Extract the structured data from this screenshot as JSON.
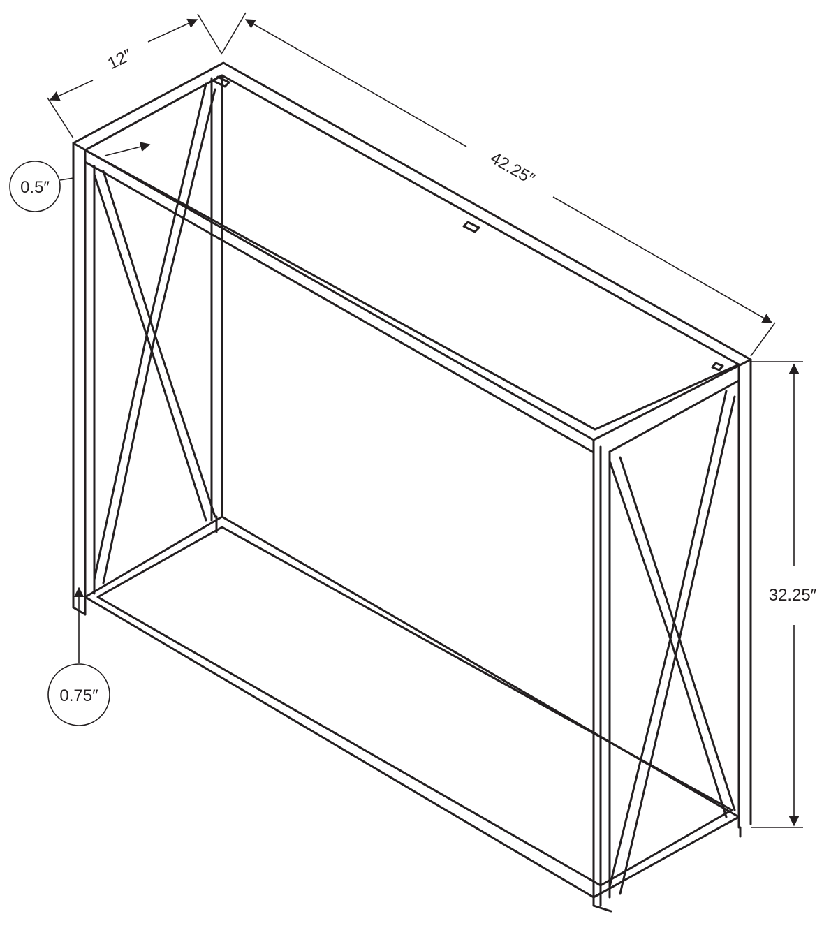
{
  "dimensions": {
    "depth": "12″",
    "length": "42.25″",
    "height": "32.25″",
    "top_frame_thickness": "0.5″",
    "base_frame_thickness": "0.75″"
  },
  "colors": {
    "line": "#231f20",
    "background": "#ffffff"
  }
}
